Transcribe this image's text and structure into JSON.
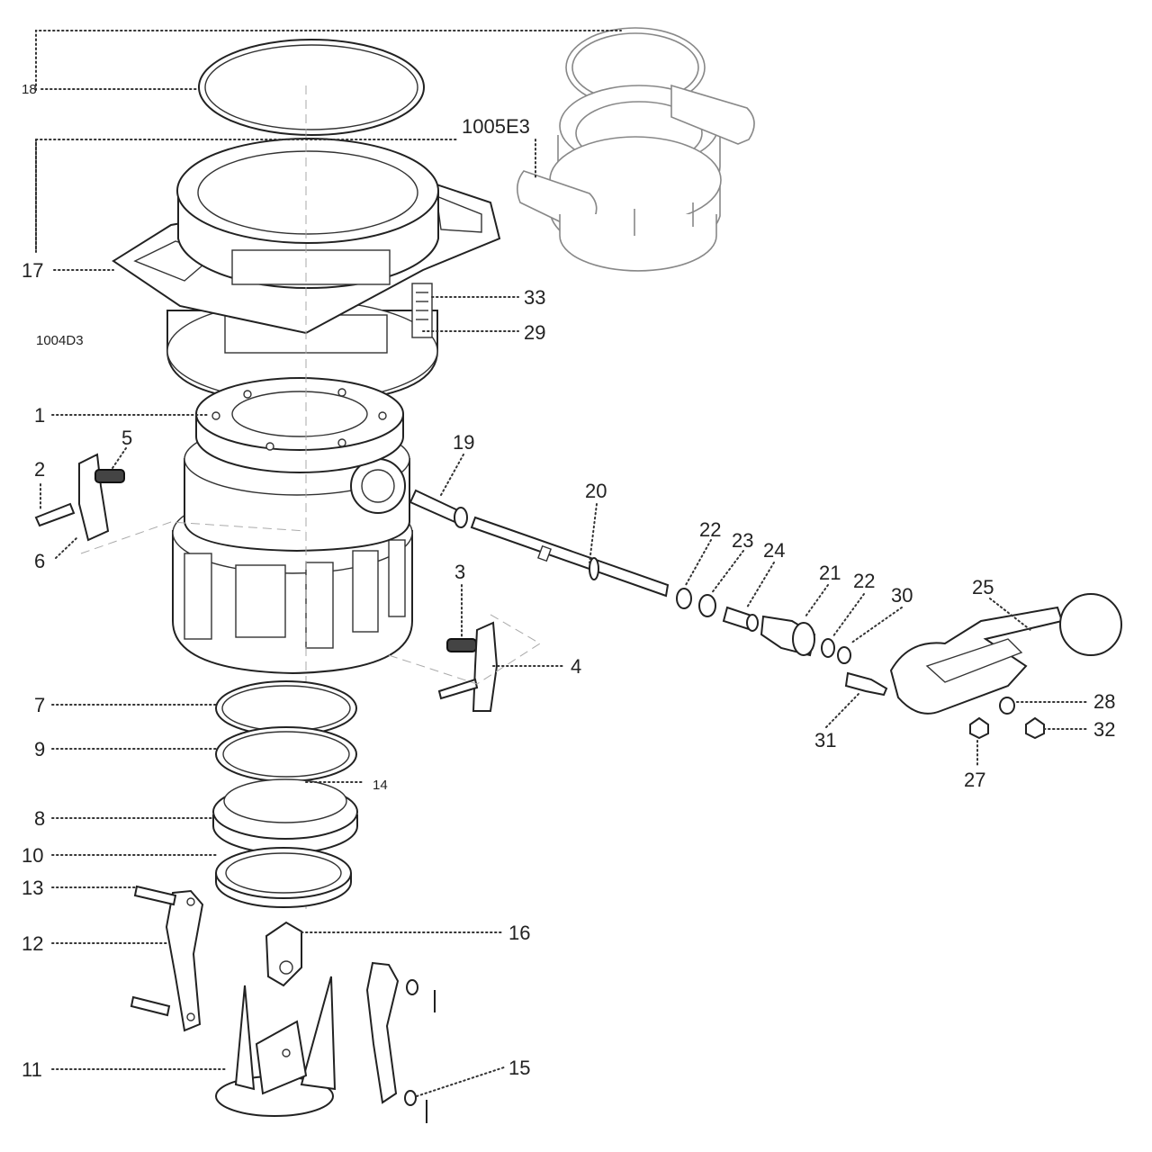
{
  "drawing_codes": {
    "main_assembly": "1004D3",
    "alt_assembly": "1005E3"
  },
  "callouts": {
    "c1": "1",
    "c2": "2",
    "c3": "3",
    "c4": "4",
    "c5": "5",
    "c6": "6",
    "c7": "7",
    "c8": "8",
    "c9": "9",
    "c10": "10",
    "c11": "11",
    "c12": "12",
    "c13": "13",
    "c14": "14",
    "c15": "15",
    "c16": "16",
    "c17": "17",
    "c18": "18",
    "c19": "19",
    "c20": "20",
    "c21": "21",
    "c22a": "22",
    "c22b": "22",
    "c23": "23",
    "c24": "24",
    "c25": "25",
    "c27": "27",
    "c28": "28",
    "c29": "29",
    "c30": "30",
    "c31": "31",
    "c32": "32",
    "c33": "33"
  }
}
